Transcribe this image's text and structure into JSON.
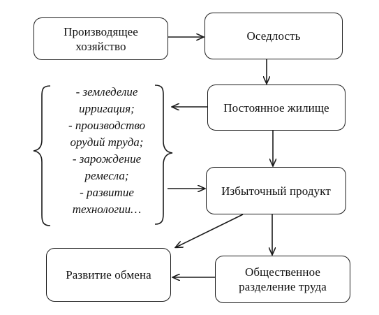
{
  "nodes": {
    "agriculture": "Производящее\nхозяйство",
    "sedentism": "Оседлость",
    "permanent_home": "Постоянное жилище",
    "surplus": "Избыточный продукт",
    "division_of_labor": "Общественное\nразделение труда",
    "trade": "Развитие обмена"
  },
  "brace_items": [
    "- земледелие\nирригация;",
    "- производство\nорудий труда;",
    "- зарождение\nремесла;",
    "- развитие\nтехнологии…"
  ],
  "colors": {
    "line": "#1a1a1a",
    "text": "#111111",
    "background": "#ffffff"
  }
}
